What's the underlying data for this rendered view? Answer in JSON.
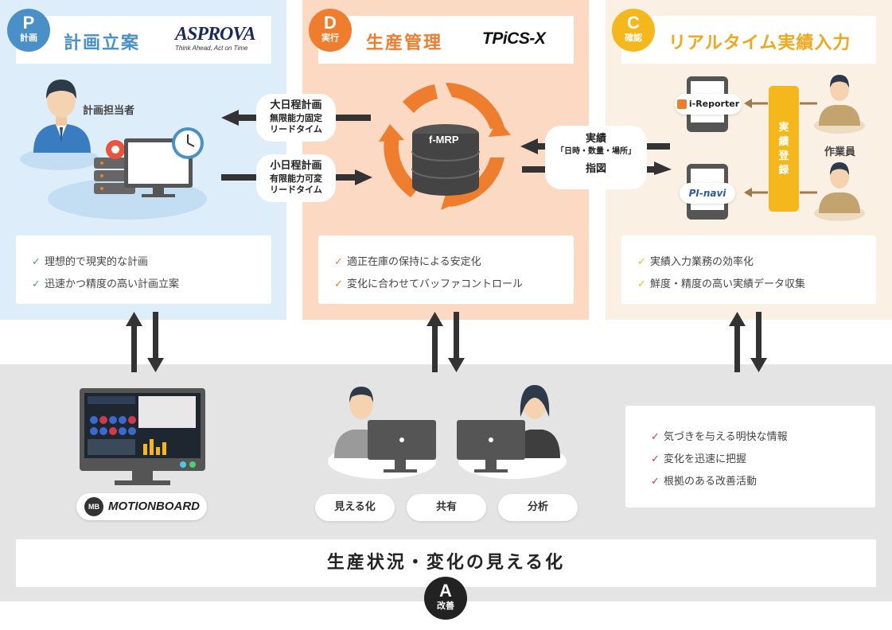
{
  "plan": {
    "badge_letter": "P",
    "badge_sub": "計画",
    "title": "計画立案",
    "logo": "ASPROVA",
    "logo_tagline": "Think Ahead, Act on Time",
    "person_label": "計画担当者",
    "checks": [
      "理想的で現実的な計画",
      "迅速かつ精度の高い計画立案"
    ],
    "color": "#4a90c8"
  },
  "do": {
    "badge_letter": "D",
    "badge_sub": "実行",
    "title": "生産管理",
    "logo": "TPiCS-X",
    "hub_label": "f-MRP",
    "checks": [
      "適正在庫の保持による安定化",
      "変化に合わせてバッファコントロール"
    ],
    "color": "#ee7d2e"
  },
  "check": {
    "badge_letter": "C",
    "badge_sub": "確認",
    "title": "リアルタイム実績入力",
    "app1": "i-Reporter",
    "app2": "PI-navi",
    "register_label": "実績登録",
    "worker_label": "作業員",
    "checks": [
      "実績入力業務の効率化",
      "鮮度・精度の高い実績データ収集"
    ],
    "color": "#f5b81c"
  },
  "flows": {
    "large_title": "大日程計画",
    "large_sub1": "無限能力固定",
    "large_sub2": "リードタイム",
    "small_title": "小日程計画",
    "small_sub1": "有限能力可変",
    "small_sub2": "リードタイム",
    "result_title": "実績",
    "result_sub": "「日時・数量・場所」",
    "instruction": "指図"
  },
  "act": {
    "motionboard": "MOTIONBOARD",
    "motionboard_mark": "MB",
    "buttons": [
      "見える化",
      "共有",
      "分析"
    ],
    "checks": [
      "気づきを与える明快な情報",
      "変化を迅速に把握",
      "根拠のある改善活動"
    ],
    "banner": "生産状況・変化の見える化",
    "badge_letter": "A",
    "badge_sub": "改善",
    "color": "#d03a4a"
  }
}
